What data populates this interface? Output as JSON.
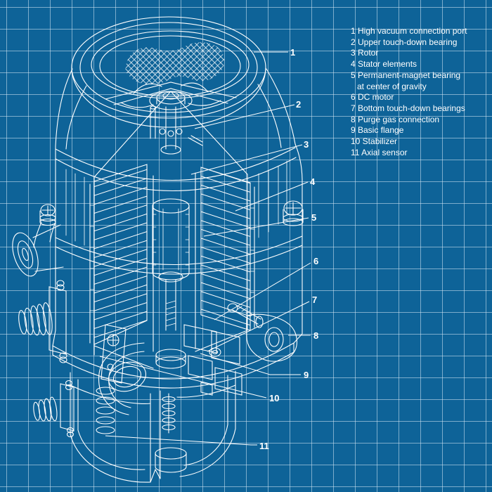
{
  "colors": {
    "background": "#0e6398",
    "grid": "#7fa9c6",
    "line": "#ffffff",
    "text": "#ffffff"
  },
  "legend": {
    "lines": [
      "1 High vacuum connection port",
      "2 Upper touch-down bearing",
      "3 Rotor",
      "4 Stator elements",
      "5 Permanent-magnet bearing",
      "at center of gravity",
      "6 DC motor",
      "7 Bottom touch-down bearings",
      "8 Purge gas connection",
      "9 Basic flange",
      "10 Stabilizer",
      "11 Axial sensor"
    ]
  },
  "callouts": {
    "numbers": [
      "1",
      "2",
      "3",
      "4",
      "5",
      "6",
      "7",
      "8",
      "9",
      "10",
      "11"
    ]
  }
}
